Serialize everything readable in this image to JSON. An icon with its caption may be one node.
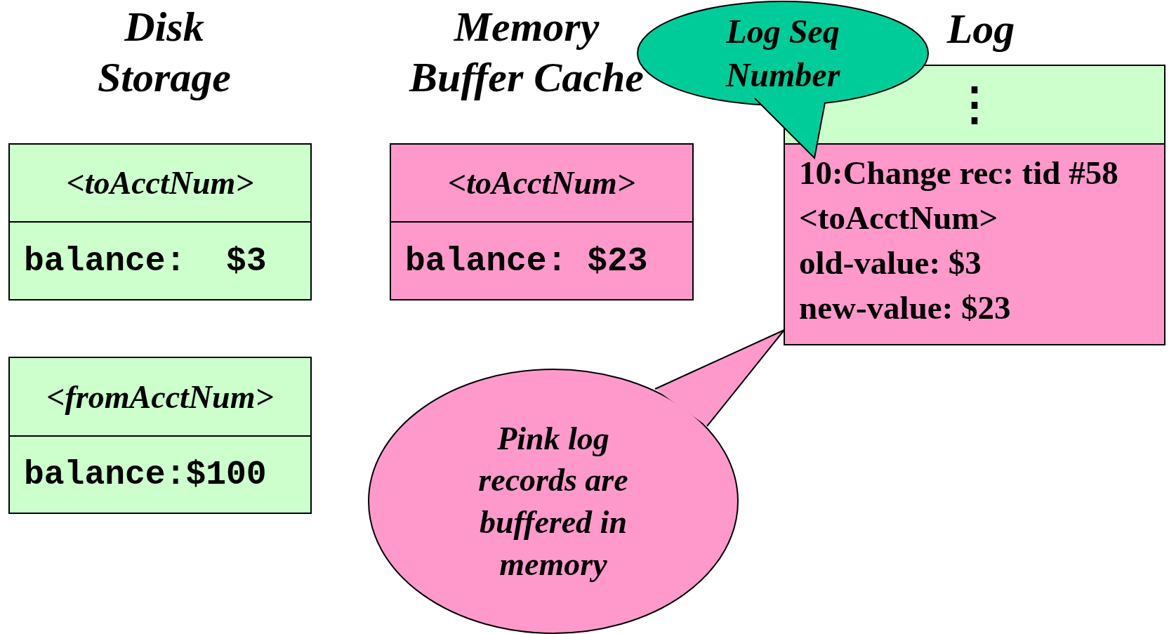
{
  "diagram": {
    "nodes": [
      {
        "text": [
          "<toAcctNum>",
          "balance:  $3"
        ]
      },
      {
        "text": [
          "<fromAcctNum>",
          "balance:$100"
        ]
      },
      {
        "text": [
          "<toAcctNum>",
          "balance: $23"
        ]
      },
      {
        "text": [
          "⋮"
        ]
      },
      {
        "text": [
          "10:Change rec: tid #58",
          "<toAcctNum>",
          "old-value: $3",
          "new-value: $23"
        ]
      },
      {
        "text": [
          "Log Seq Number"
        ]
      },
      {
        "text": [
          "Pink log records are buffered in memory"
        ]
      }
    ],
    "edges": [],
    "labels": [
      "Disk Storage",
      "Memory Buffer Cache",
      "Log"
    ]
  }
}
